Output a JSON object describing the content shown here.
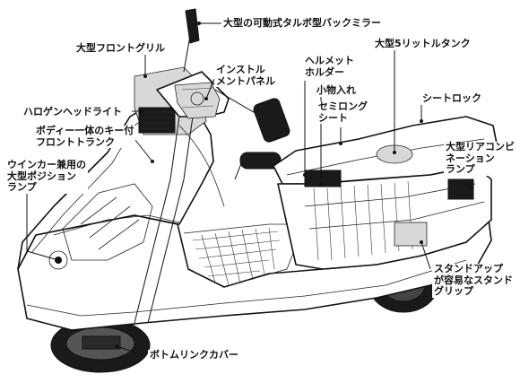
{
  "labels": {
    "mirror": "大型の可動式タルボ型バックミラー",
    "front_grille": "大型フロントグリル",
    "instrument_panel": "インストル\nメントパネル",
    "helmet_holder": "ヘルメット\nホルダー",
    "fuel_tank": "大型5リットルタンク",
    "small_storage": "小物入れ",
    "halogen_headlight": "ハロゲンヘッドライト",
    "seamless_seat": "セミロング\nシート",
    "seat_lock": "シートロック",
    "front_trunk": "ボディー一体のキー付\nフロントトランク",
    "position_lamp": "ウインカー兼用の\n大型ポジション\nランプ",
    "rear_combination_lamp": "大型リアコンビ\nネーション\nランプ",
    "stand_grip": "スタンドアップ\nが容易なスタンド\nグリップ",
    "bottom_link_cover": "ボトムリンクカバー"
  }
}
